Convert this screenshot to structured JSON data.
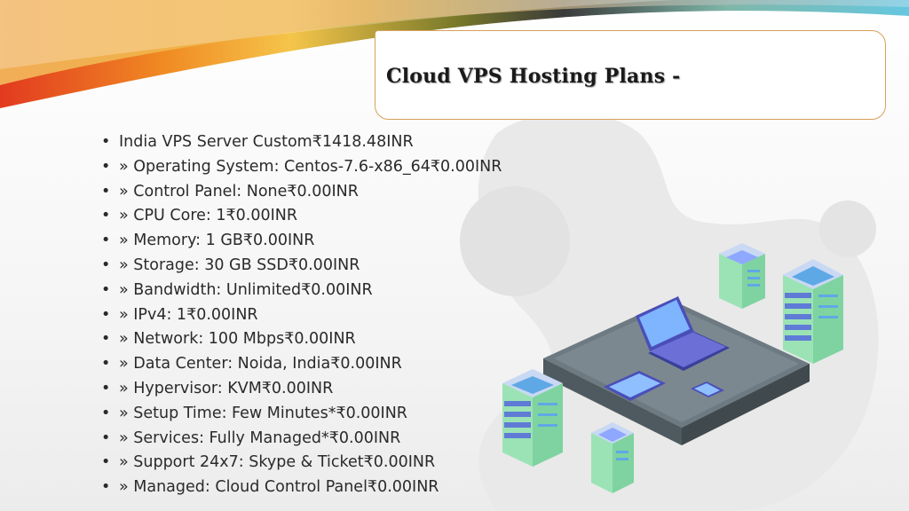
{
  "title": "Cloud VPS Hosting Plans -",
  "bullet_glyph": "•",
  "items": [
    "India VPS Server Custom₹1418.48INR",
    " » Operating System: Centos-7.6-x86_64₹0.00INR",
    " » Control Panel: None₹0.00INR",
    " » CPU Core: 1₹0.00INR",
    " » Memory: 1 GB₹0.00INR",
    " » Storage: 30 GB SSD₹0.00INR",
    " » Bandwidth: Unlimited₹0.00INR",
    " » IPv4: 1₹0.00INR",
    " » Network: 100 Mbps₹0.00INR",
    " » Data Center: Noida, India₹0.00INR",
    " » Hypervisor: KVM₹0.00INR",
    " » Setup Time: Few Minutes*₹0.00INR",
    " » Services: Fully Managed*₹0.00INR",
    " » Support 24x7: Skype & Ticket₹0.00INR",
    " » Managed: Cloud Control Panel₹0.00INR"
  ],
  "colors": {
    "accent_border": "#d7a15a",
    "text": "#2a2a2a",
    "server_green": "#9be3b5",
    "server_blue": "#5fa8e6",
    "platform_gray": "#5f6b72"
  },
  "icons": [
    "swoosh-banner",
    "server-rack-icon",
    "laptop-icon",
    "tablet-icon",
    "phone-icon"
  ]
}
